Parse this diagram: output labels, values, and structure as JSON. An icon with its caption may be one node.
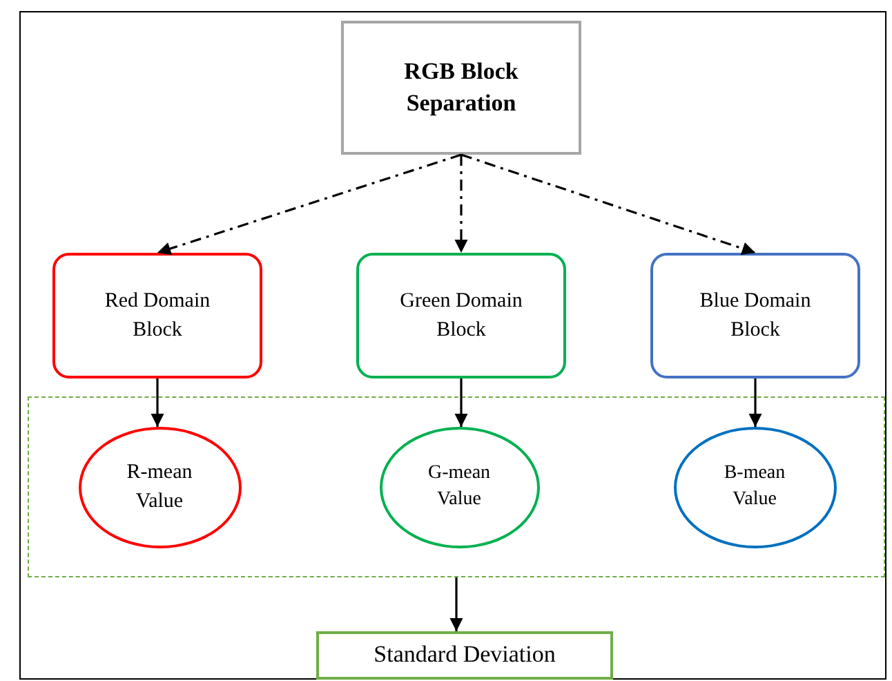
{
  "diagram": {
    "nodes": [
      {
        "text": [
          "RGB Block Separation"
        ]
      },
      {
        "text": [
          "Red Domain Block"
        ]
      },
      {
        "text": [
          "Green Domain Block"
        ]
      },
      {
        "text": [
          "Blue Domain Block"
        ]
      },
      {
        "text": [],
        "shape": "box"
      },
      {
        "text": [
          "R-mean Value"
        ],
        "in": 4
      },
      {
        "text": [
          "G-mean Value"
        ],
        "in": 4
      },
      {
        "text": [
          "B-mean Value"
        ],
        "in": 4
      },
      {
        "text": [
          "Standard Deviation"
        ]
      }
    ],
    "edges": [
      {
        "from": 0,
        "to": 1,
        "arrow": "to",
        "style": "dashed"
      },
      {
        "from": 0,
        "to": 2,
        "arrow": "to",
        "style": "dashed"
      },
      {
        "from": 0,
        "to": 3,
        "arrow": "to",
        "style": "dashed"
      },
      {
        "from": 1,
        "to": 5,
        "arrow": "to"
      },
      {
        "from": 2,
        "to": 6,
        "arrow": "to"
      },
      {
        "from": 3,
        "to": 7,
        "arrow": "to"
      },
      {
        "from": 4,
        "to": 8,
        "arrow": "to"
      }
    ]
  }
}
